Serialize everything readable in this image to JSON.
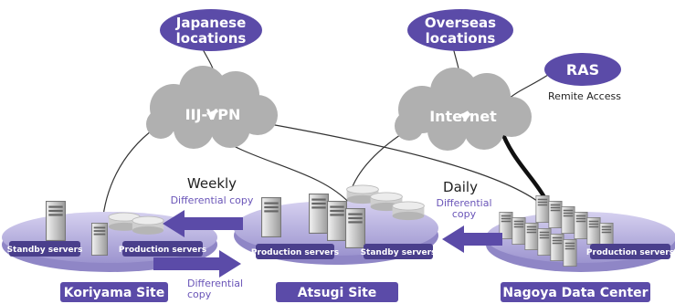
{
  "nodes": {
    "japanese": {
      "line1": "Japanese",
      "line2": "locations"
    },
    "overseas": {
      "line1": "Overseas",
      "line2": "locations"
    },
    "ras": {
      "label": "RAS",
      "caption": "Remite Access"
    }
  },
  "clouds": {
    "vpn": "IIJ-VPN",
    "internet": "Internet"
  },
  "transfers": {
    "weekly": {
      "title": "Weekly",
      "desc": "Differential copy"
    },
    "daily": {
      "title": "Daily",
      "desc_line1": "Differential",
      "desc_line2": "copy"
    },
    "bottom": {
      "desc_line1": "Differential",
      "desc_line2": "copy"
    }
  },
  "server_tags": {
    "koriyama_standby": "Standby servers",
    "koriyama_production": "Production servers",
    "atsugi_production": "Production servers",
    "atsugi_standby": "Standby servers",
    "nagoya_production": "Production servers"
  },
  "sites": {
    "koriyama": "Koriyama Site",
    "atsugi": "Atsugi Site",
    "nagoya": "Nagoya Data Center"
  },
  "colors": {
    "accent": "#5b4ba8",
    "platform": "#b9b3e0",
    "cloud": "#b0b0b0",
    "arrow": "#5b4ba8"
  }
}
